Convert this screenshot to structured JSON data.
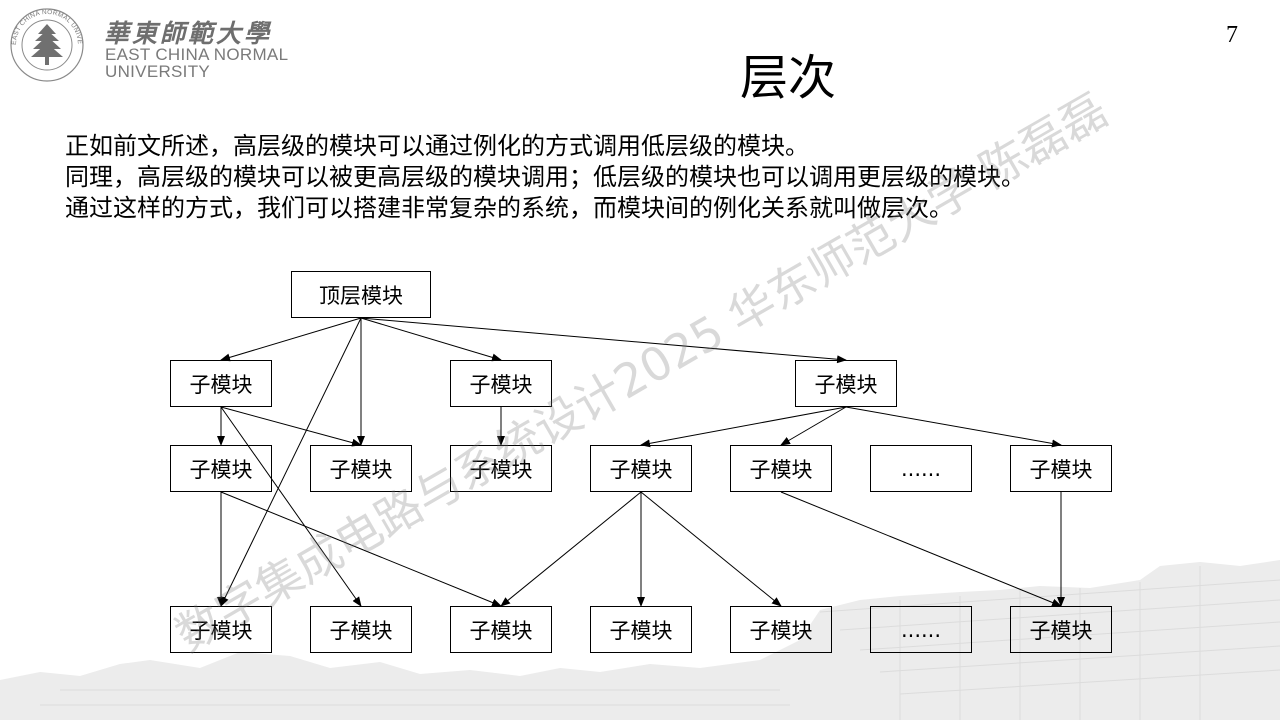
{
  "logo": {
    "name_cn": "華東師範大學",
    "name_en_line1": "EAST CHINA NORMAL",
    "name_en_line2": "UNIVERSITY",
    "ring_text": "EAST CHINA NORMAL UNIVERSITY",
    "icon": "pine-tree-emblem-icon"
  },
  "page_number": "7",
  "title": "层次",
  "intro_lines": [
    "正如前文所述，高层级的模块可以通过例化的方式调用低层级的模块。",
    "同理，高层级的模块可以被更高层级的模块调用；低层级的模块也可以调用更层级的模块。",
    "通过这样的方式，我们可以搭建非常复杂的系统，而模块间的例化关系就叫做层次。"
  ],
  "watermark": "数字集成电路与系统设计2025 华东师范大学 陈磊磊",
  "diagram": {
    "nodes": [
      {
        "id": "top",
        "label": "顶层模块",
        "level": 0
      },
      {
        "id": "a1",
        "label": "子模块",
        "level": 1
      },
      {
        "id": "a2",
        "label": "子模块",
        "level": 1
      },
      {
        "id": "a3",
        "label": "子模块",
        "level": 1
      },
      {
        "id": "b1",
        "label": "子模块",
        "level": 2
      },
      {
        "id": "b2",
        "label": "子模块",
        "level": 2
      },
      {
        "id": "b3",
        "label": "子模块",
        "level": 2
      },
      {
        "id": "b4",
        "label": "子模块",
        "level": 2
      },
      {
        "id": "b5",
        "label": "子模块",
        "level": 2
      },
      {
        "id": "b6",
        "label": "......",
        "level": 2
      },
      {
        "id": "b7",
        "label": "子模块",
        "level": 2
      },
      {
        "id": "c1",
        "label": "子模块",
        "level": 3
      },
      {
        "id": "c2",
        "label": "子模块",
        "level": 3
      },
      {
        "id": "c3",
        "label": "子模块",
        "level": 3
      },
      {
        "id": "c4",
        "label": "子模块",
        "level": 3
      },
      {
        "id": "c5",
        "label": "子模块",
        "level": 3
      },
      {
        "id": "c6",
        "label": "......",
        "level": 3
      },
      {
        "id": "c7",
        "label": "子模块",
        "level": 3
      }
    ],
    "edges": [
      [
        "top",
        "a1"
      ],
      [
        "top",
        "a2"
      ],
      [
        "top",
        "a3"
      ],
      [
        "top",
        "b2"
      ],
      [
        "top",
        "c1"
      ],
      [
        "a1",
        "b1"
      ],
      [
        "a1",
        "b2"
      ],
      [
        "a1",
        "c2"
      ],
      [
        "a2",
        "b3"
      ],
      [
        "a3",
        "b4"
      ],
      [
        "a3",
        "b5"
      ],
      [
        "a3",
        "b7"
      ],
      [
        "b1",
        "c1"
      ],
      [
        "b1",
        "c3"
      ],
      [
        "b4",
        "c3"
      ],
      [
        "b4",
        "c4"
      ],
      [
        "b4",
        "c5"
      ],
      [
        "b5",
        "c7"
      ],
      [
        "b7",
        "c7"
      ]
    ]
  }
}
